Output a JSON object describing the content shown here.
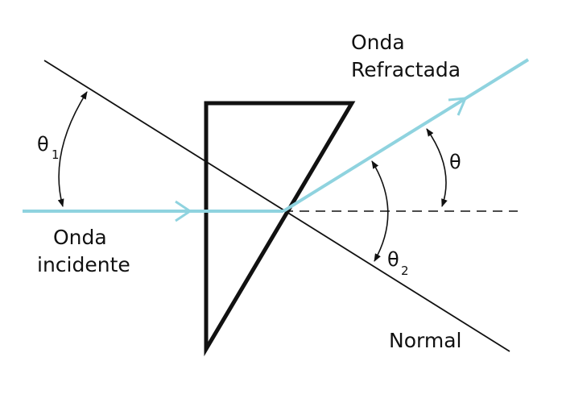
{
  "labels": {
    "incident_line1": "Onda",
    "incident_line2": "incidente",
    "refracted_line1": "Onda",
    "refracted_line2": "Refractada",
    "normal": "Normal",
    "theta1_symbol": "θ",
    "theta1_sub": "1",
    "theta2_symbol": "θ",
    "theta2_sub": "2",
    "theta_symbol": "θ"
  },
  "colors": {
    "ray": "#8fd3df",
    "line": "#111111",
    "background": "#ffffff"
  }
}
